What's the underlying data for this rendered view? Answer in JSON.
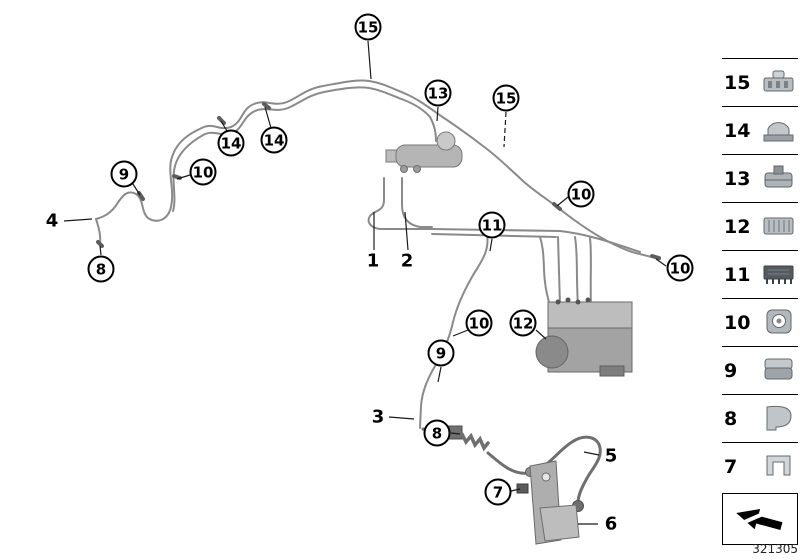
{
  "diagram": {
    "part_number": "321305",
    "callouts": {
      "c15a": "15",
      "c13": "13",
      "c15b": "15",
      "c14a": "14",
      "c14b": "14",
      "c9a": "9",
      "c10a": "10",
      "c10b": "10",
      "c11": "11",
      "c10c": "10",
      "c8a": "8",
      "c10d": "10",
      "c12": "12",
      "c9b": "9",
      "c8b": "8",
      "c7": "7"
    },
    "labels": {
      "l4": "4",
      "l1": "1",
      "l2": "2",
      "l3": "3",
      "l5": "5",
      "l6": "6"
    }
  },
  "legend": {
    "items": [
      "15",
      "14",
      "13",
      "12",
      "11",
      "10",
      "9",
      "8",
      "7"
    ]
  }
}
